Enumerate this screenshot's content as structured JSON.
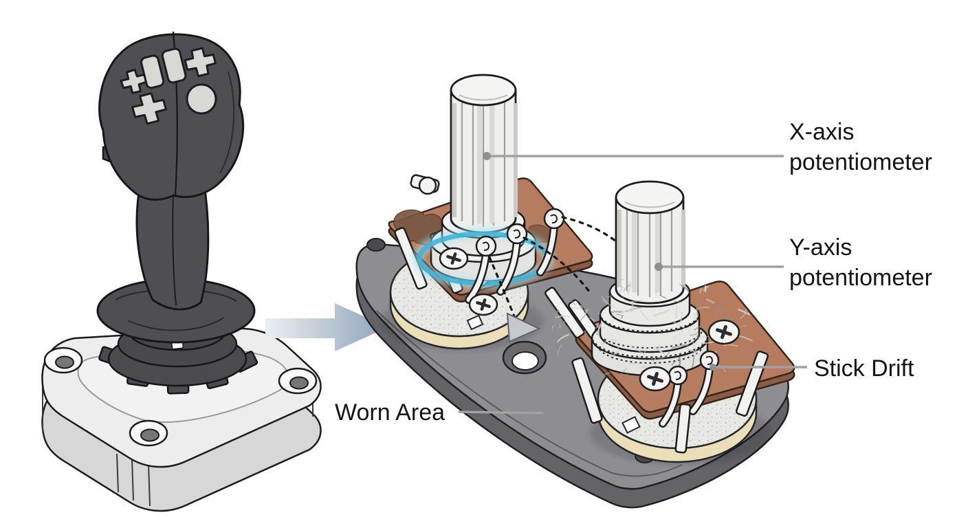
{
  "diagram": {
    "subject": "joystick-stick-drift-potentiometer-diagram",
    "labels": {
      "x_pot": {
        "line1": "X-axis",
        "line2": "potentiometer"
      },
      "y_pot": {
        "line1": "Y-axis",
        "line2": "potentiometer"
      },
      "stick_drift": "Stick Drift",
      "worn_area": "Worn Area"
    },
    "colors": {
      "background": "#ffffff",
      "highlight_ring": "#3fb5d8",
      "highlight_glow": "#a9e0f0",
      "copper_board": "#b57c60",
      "copper_side": "#8a5a42",
      "worn_patch": "#7a5742",
      "base_plate": "#8e8e92",
      "base_plate_side": "#636368",
      "pot_body": "#e8e8e5",
      "pot_rim": "#eadfb8",
      "shaft": "#efefed",
      "joystick_dark": "#4e4e53",
      "joystick_base": "#ededed",
      "leader_line": "#a2a2a2",
      "label_text": "#141414",
      "transform_arrow_start": "#eceff1",
      "transform_arrow_end": "#8fa3b8"
    }
  }
}
